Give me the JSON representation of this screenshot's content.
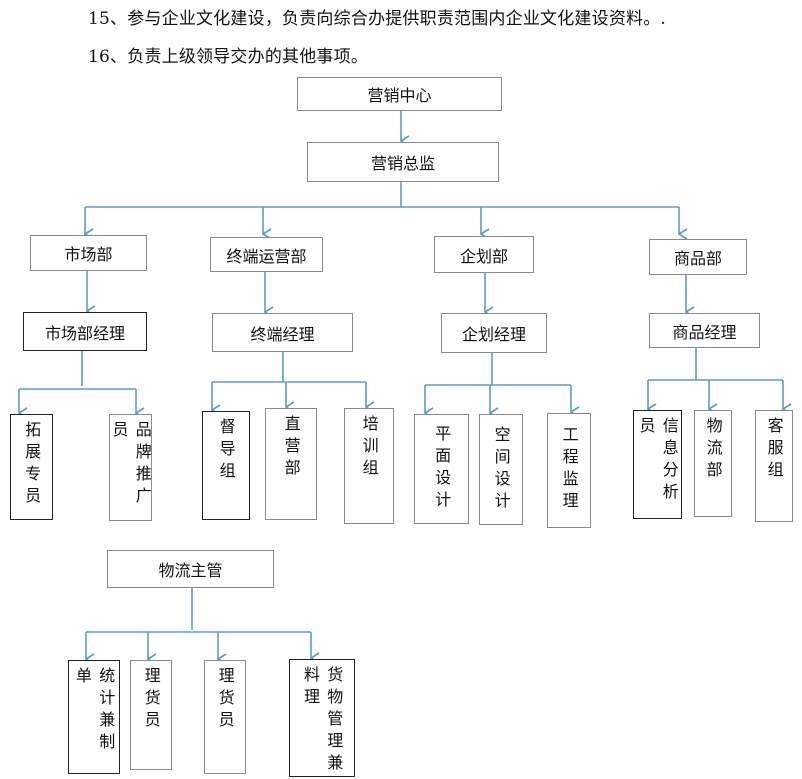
{
  "paragraphs": [
    "15、参与企业文化建设，负责向综合办提供职责范围内企业文化建设资料。.",
    "16、负责上级领导交办的其他事项。"
  ],
  "colors": {
    "connector": "#5b9bd5",
    "box_border": "#8a8a8a",
    "box_border_dark": "#222222"
  },
  "chart": {
    "top": {
      "center": "营销中心",
      "director": "营销总监"
    },
    "departments": [
      {
        "name": "市场部",
        "manager": "市场部经理",
        "staff": [
          "拓展专员",
          "品牌推广员"
        ]
      },
      {
        "name": "终端运营部",
        "manager": "终端经理",
        "staff": [
          "督导组",
          "直营部",
          "培训组"
        ]
      },
      {
        "name": "企划部",
        "manager": "企划经理",
        "staff": [
          "平面设计",
          "空间设计",
          "工程监理"
        ]
      },
      {
        "name": "商品部",
        "manager": "商品经理",
        "staff": [
          "信息分析员",
          "物流部",
          "客服组"
        ]
      }
    ],
    "logistics": {
      "manager": "物流主管",
      "staff": [
        "统计兼制单",
        "理货员",
        "理货员",
        "货物管理兼料理"
      ]
    }
  }
}
